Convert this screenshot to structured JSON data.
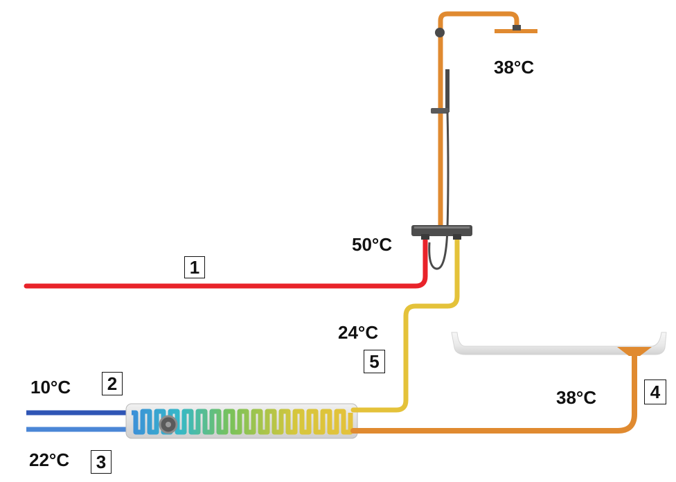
{
  "labels": {
    "shower_head_temp": "38°C",
    "mixer_hot_temp": "50°C",
    "preheated_temp": "24°C",
    "cold_in_temp": "10°C",
    "drain_out_temp": "22°C",
    "tray_drain_temp": "38°C"
  },
  "markers": {
    "hot_supply": "1",
    "cold_supply": "2",
    "drain_outlet": "3",
    "tray_drain": "4",
    "preheated_line": "5"
  },
  "colors": {
    "hot": "#e8232a",
    "cold": "#2f55b5",
    "warm": "#e4c23a",
    "mixed": "#e08a30",
    "chrome": "#4a4a4a"
  }
}
